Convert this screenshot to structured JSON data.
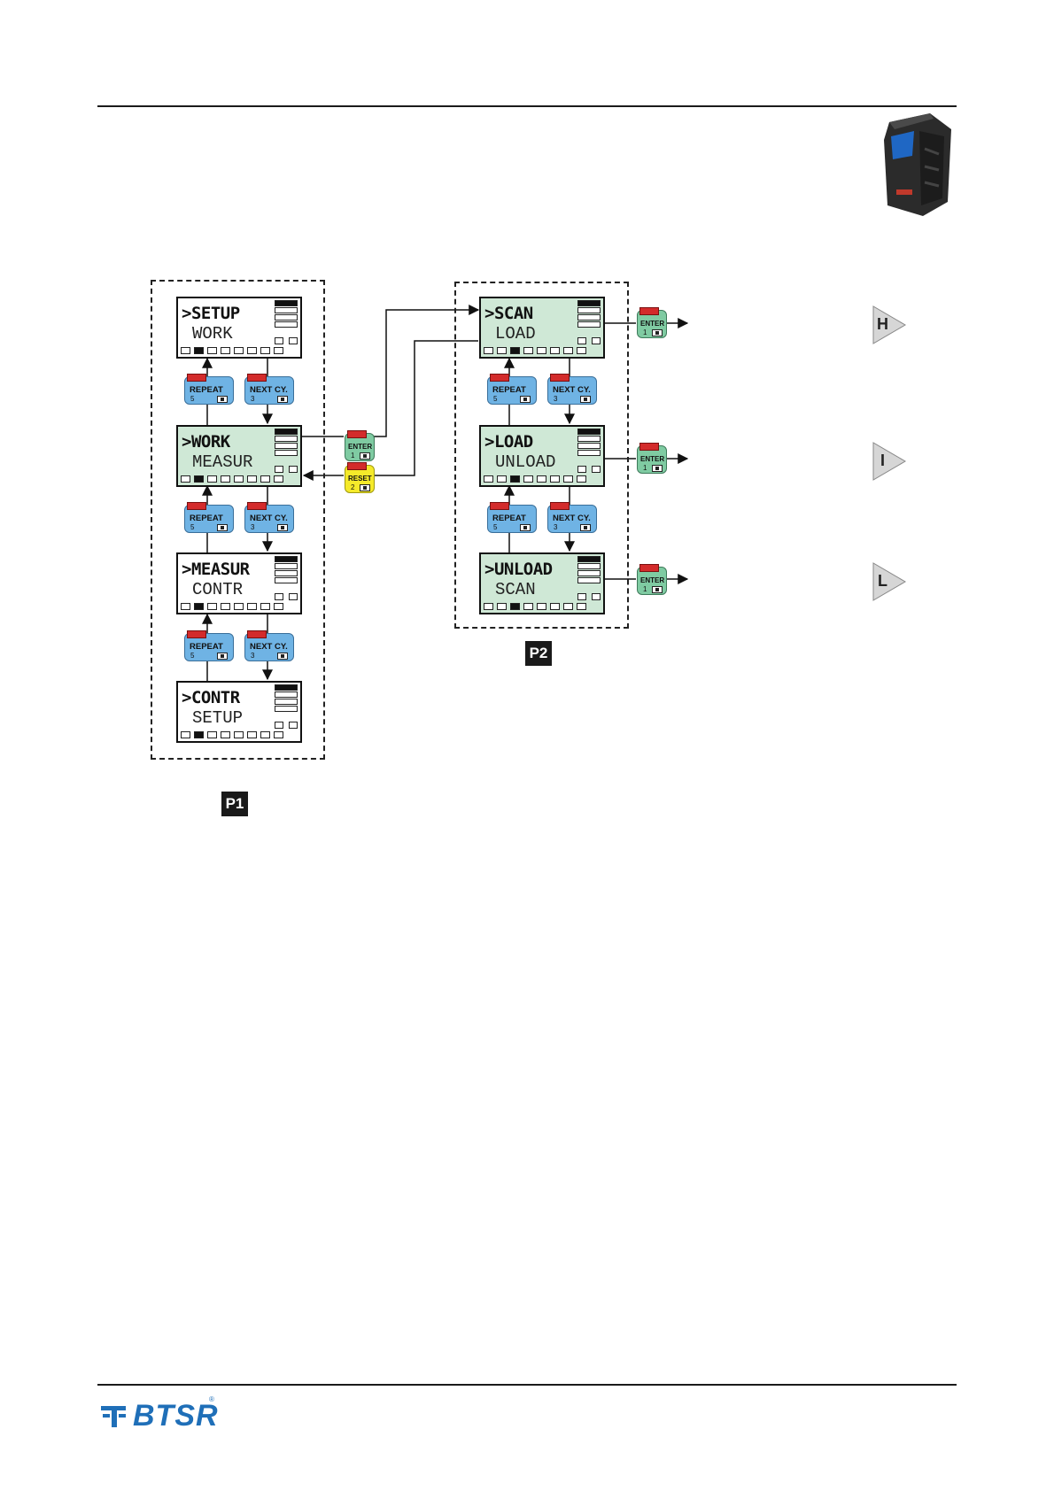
{
  "menus": {
    "p1": {
      "tag": "P1",
      "screens": [
        {
          "line1": ">SETUP",
          "line2": "WORK"
        },
        {
          "line1": ">WORK",
          "line2": "MEASUR"
        },
        {
          "line1": ">MEASUR",
          "line2": "CONTR"
        },
        {
          "line1": ">CONTR",
          "line2": "SETUP"
        }
      ]
    },
    "p2": {
      "tag": "P2",
      "screens": [
        {
          "line1": ">SCAN",
          "line2": "LOAD"
        },
        {
          "line1": ">LOAD",
          "line2": "UNLOAD"
        },
        {
          "line1": ">UNLOAD",
          "line2": "SCAN"
        }
      ]
    }
  },
  "buttons": {
    "repeat": {
      "label": "REPEAT",
      "num": "5"
    },
    "next": {
      "label": "NEXT CY.",
      "num": "3"
    },
    "enter": {
      "label": "ENTER",
      "num": "1"
    },
    "reset": {
      "label": "RESET",
      "num": "2"
    }
  },
  "targets": [
    "H",
    "I",
    "L"
  ],
  "logo": {
    "text": "BTSR",
    "mark": "®"
  },
  "colors": {
    "lcd_green": "#cfe8d6",
    "repeat_blue": "#6fb3e4",
    "enter_green": "#7fcba2",
    "reset_yellow": "#f5ea2a",
    "logo_blue": "#1f6fb8"
  }
}
